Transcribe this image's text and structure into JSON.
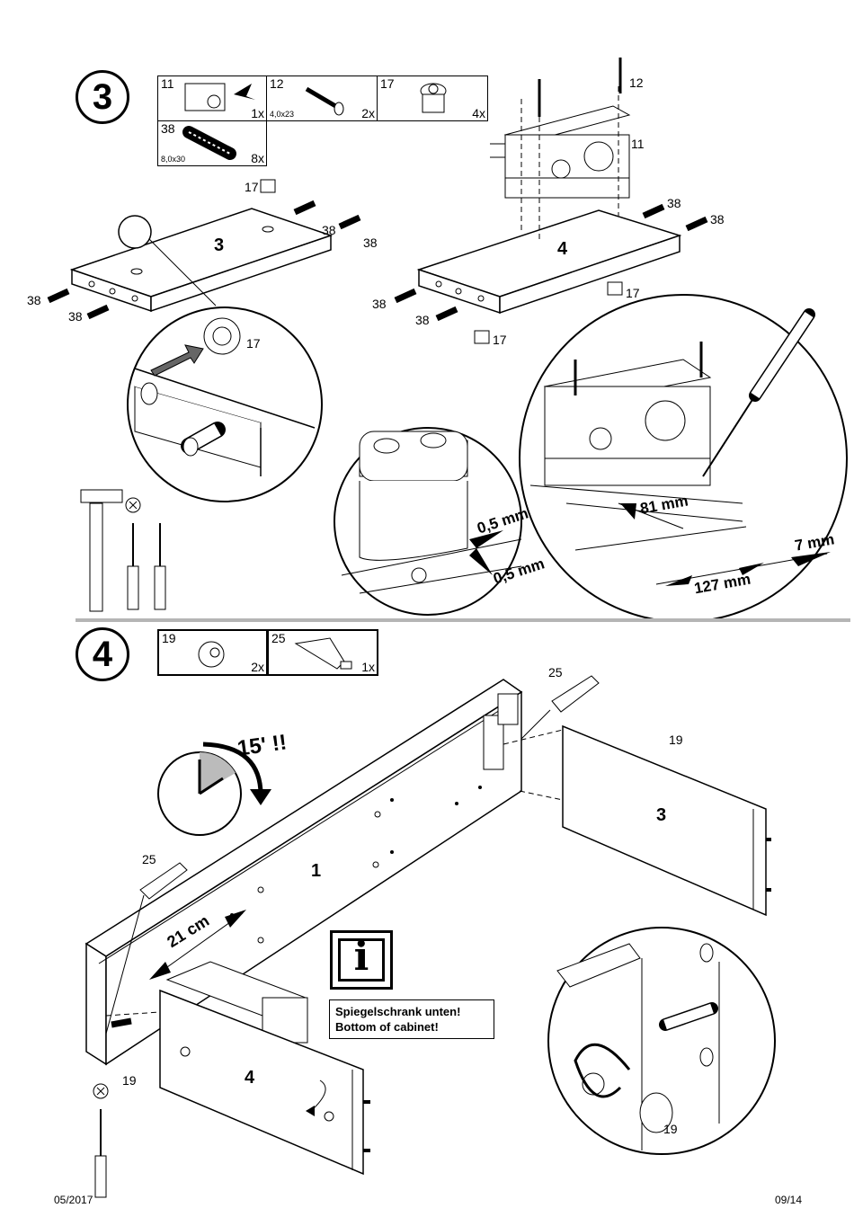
{
  "step3": {
    "number": "3",
    "parts": [
      {
        "num": "11",
        "qty": "1x",
        "size": ""
      },
      {
        "num": "12",
        "qty": "2x",
        "size": "4,0x23"
      },
      {
        "num": "17",
        "qty": "4x",
        "size": ""
      },
      {
        "num": "38",
        "qty": "8x",
        "size": "8,0x30"
      }
    ],
    "labels": {
      "p17a": "17",
      "p38a": "38",
      "p38b": "38",
      "p38c": "38",
      "p38d": "38",
      "p17b": "17",
      "p12": "12",
      "p11": "11",
      "p38e": "38",
      "p38f": "38",
      "p38g": "38",
      "p38h": "38",
      "p17c": "17",
      "p17d": "17"
    },
    "panels": {
      "left": "3",
      "right": "4"
    },
    "dimensions": {
      "d1": "0,5 mm",
      "d2": "0,5 mm",
      "d3": "81 mm",
      "d4": "7 mm",
      "d5": "127 mm"
    }
  },
  "step4": {
    "number": "4",
    "parts": [
      {
        "num": "19",
        "qty": "2x"
      },
      {
        "num": "25",
        "qty": "1x"
      }
    ],
    "time": "15' !!",
    "distance": "21 cm",
    "panels": {
      "main": "1",
      "top": "3",
      "bottom": "4"
    },
    "labels": {
      "p25a": "25",
      "p25b": "25",
      "p19a": "19",
      "p19b": "19",
      "p19c": "19"
    },
    "info_text": [
      "Spiegelschrank unten!",
      "Bottom of cabinet!"
    ],
    "info_glyph": "i"
  },
  "footer": {
    "date": "05/2017",
    "page": "09/14"
  }
}
